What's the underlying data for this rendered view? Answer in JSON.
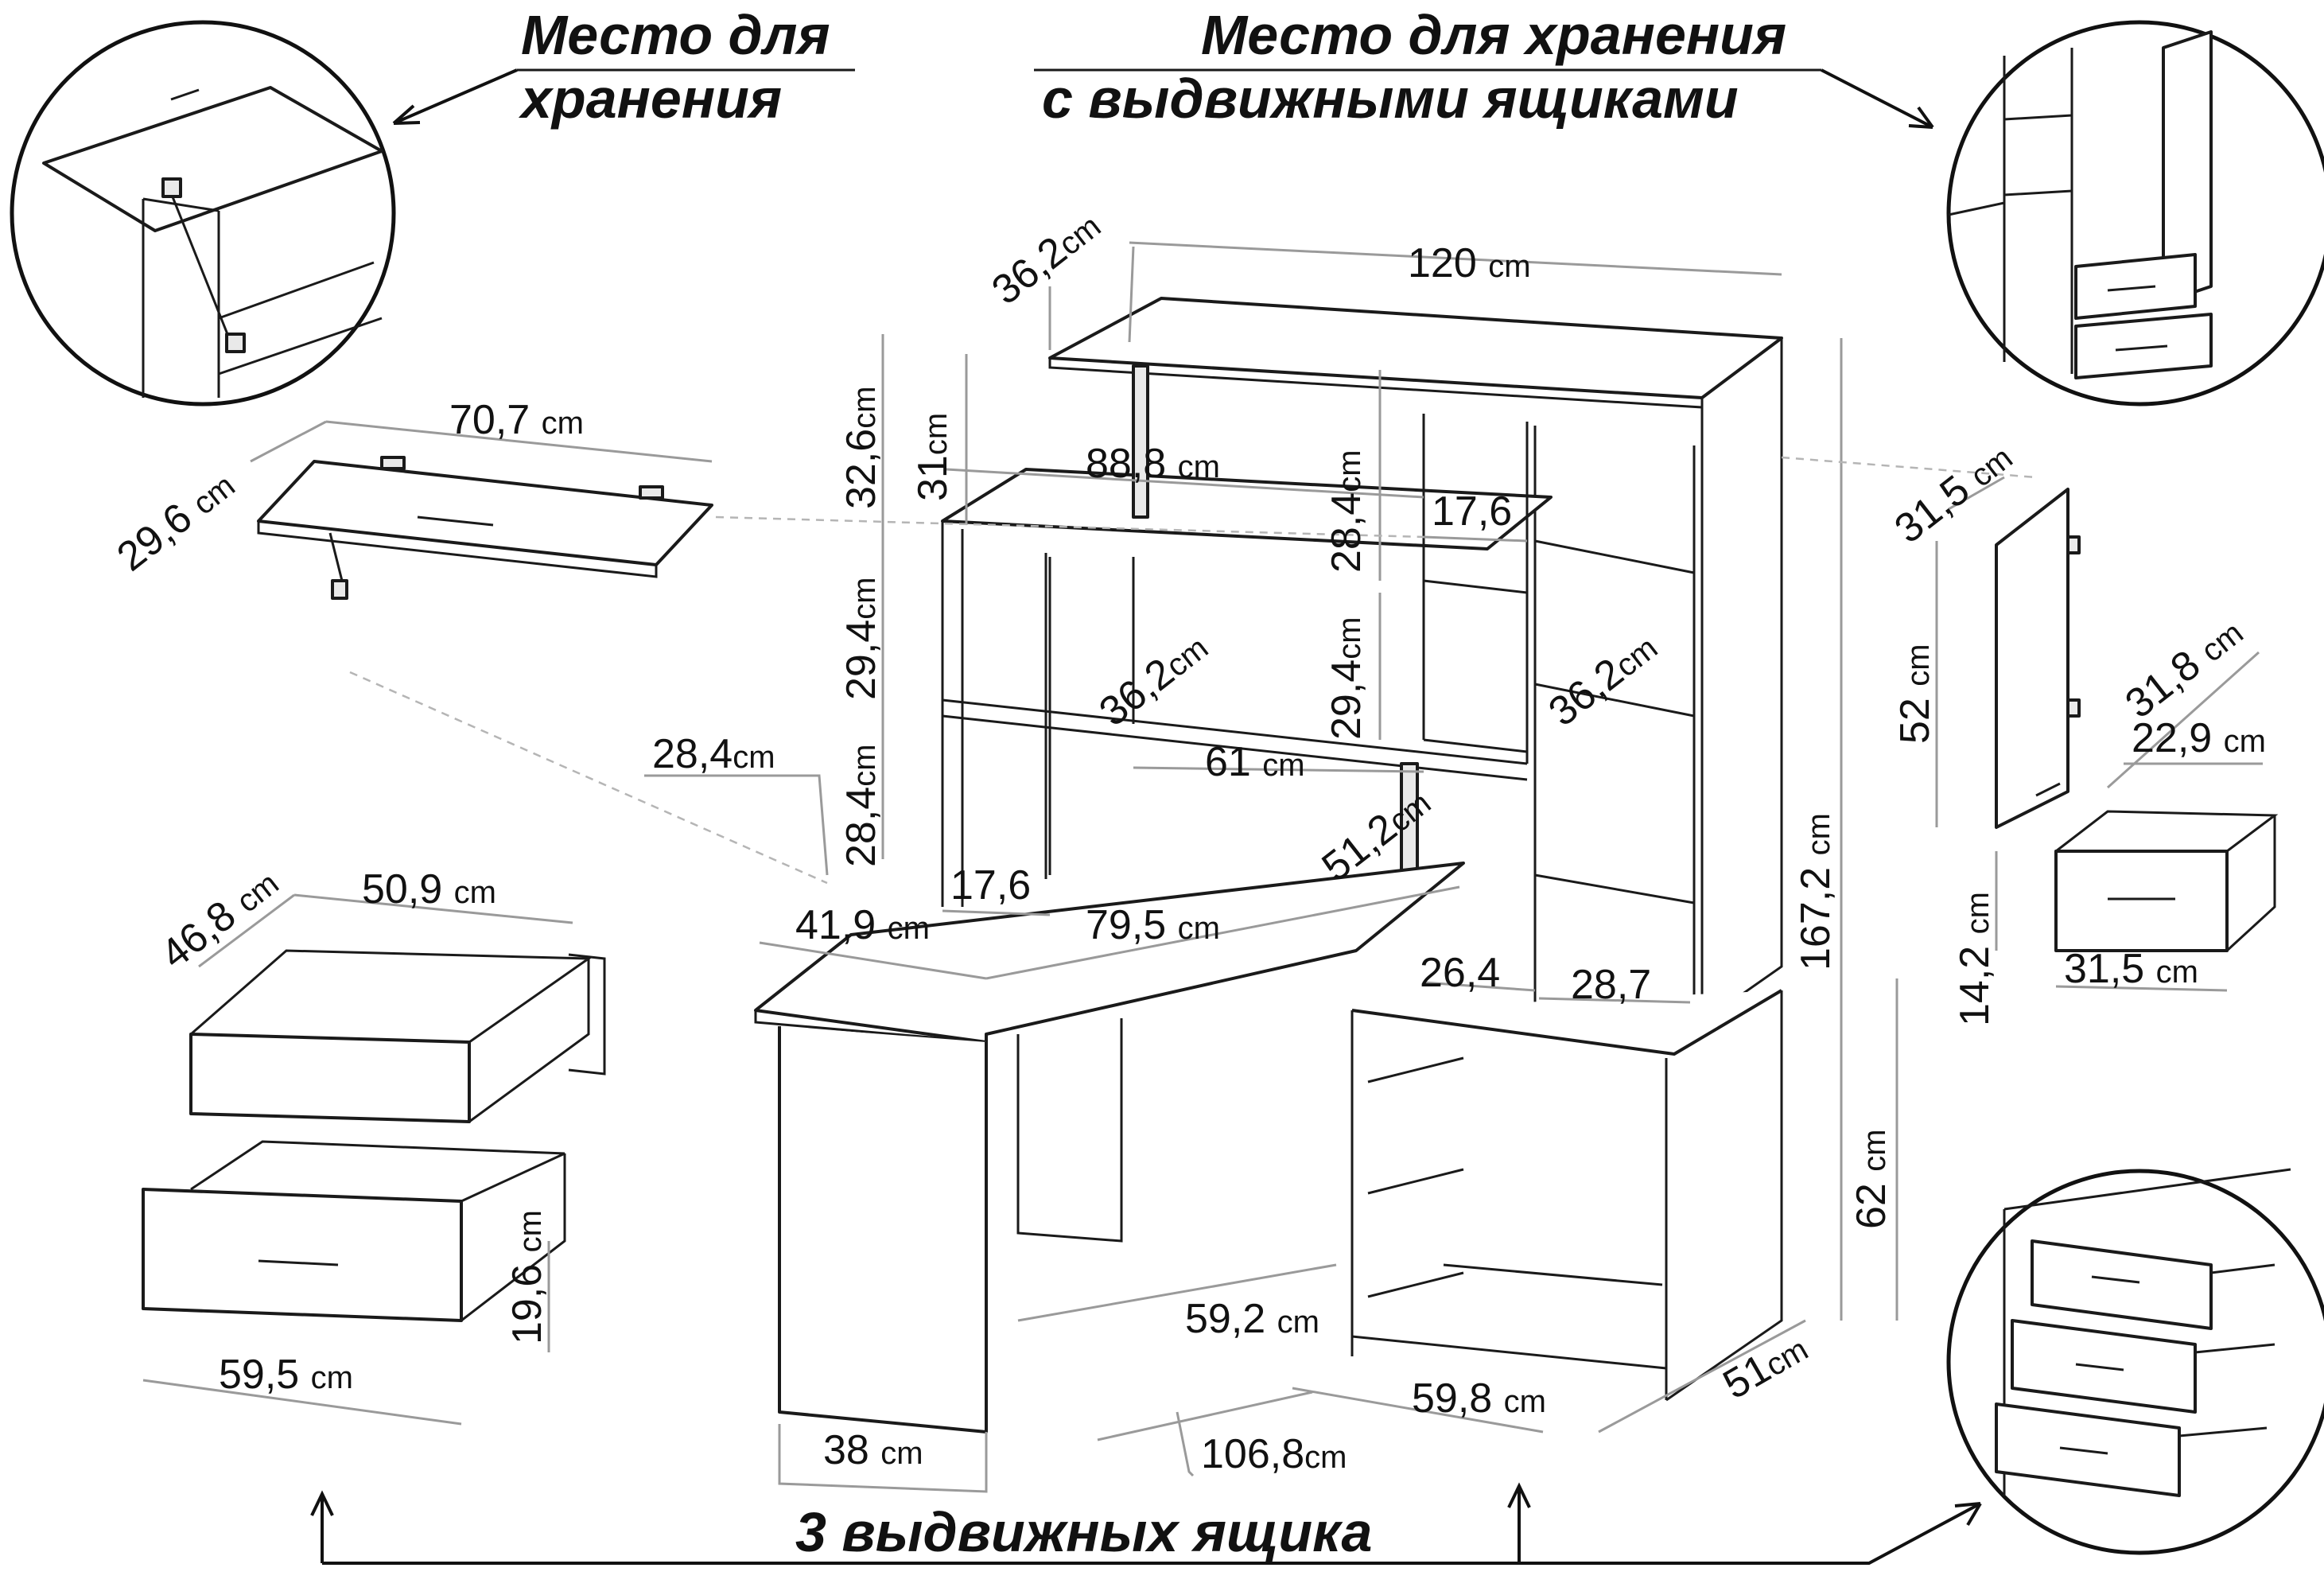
{
  "headings": {
    "top_left_line1": "Место для",
    "top_left_line2": "хранения",
    "top_right_line1": "Место для хранения",
    "top_right_line2": "с выдвижными ящиками",
    "bottom": "3 выдвижных ящика"
  },
  "units": {
    "cm": "cm"
  },
  "dimensions": {
    "top_depth": "36,2",
    "top_width": "120",
    "h_32_6": "32,6",
    "h_31": "31",
    "shelf_88_8": "88,8",
    "h_28_4_mid": "28,4",
    "w_17_6_top": "17,6",
    "h_29_4_left": "29,4",
    "d_36_2_left": "36,2",
    "h_29_4_mid": "29,4",
    "d_36_2_right": "36,2",
    "label_28_4": "28,4",
    "w_61": "61",
    "h_28_4_left": "28,4",
    "w_17_6_bottom": "17,6",
    "d_51_2": "51,2",
    "w_41_9": "41,9",
    "w_79_5": "79,5",
    "w_26_4": "26,4",
    "w_28_7": "28,7",
    "h_167_2": "167,2",
    "h_62": "62",
    "d_59_2": "59,2",
    "w_59_8": "59,8",
    "d_51": "51",
    "w_38": "38",
    "w_106_8": "106,8",
    "lid_width": "70,7",
    "lid_depth": "29,6",
    "door_depth": "31,5",
    "door_height": "52",
    "small_drawer_depth": "31,8",
    "small_drawer_inner": "22,9",
    "small_drawer_height": "14,2",
    "small_drawer_width": "31,5",
    "big_drawer_depth": "46,8",
    "big_drawer_inner": "50,9",
    "big_drawer_height": "19,6",
    "big_drawer_width": "59,5"
  },
  "colors": {
    "line": "#1a1a1a",
    "dimension_line": "#9a9a9a",
    "background": "#ffffff"
  }
}
